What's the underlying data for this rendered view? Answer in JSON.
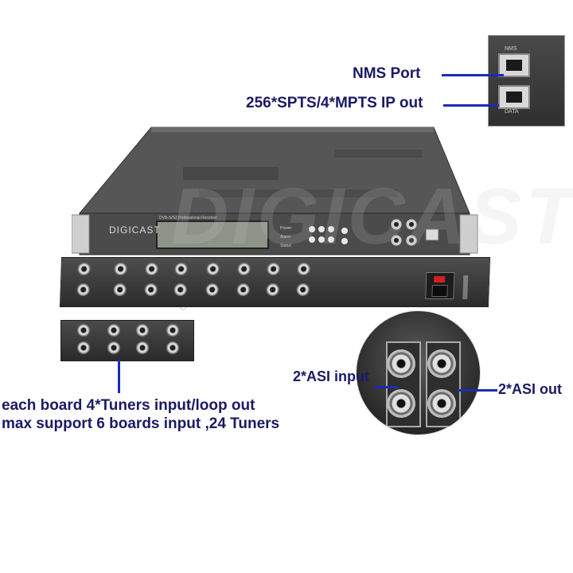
{
  "brand": "DIGICAST",
  "watermark": "DIGICAST",
  "watermark_tagline": "Digital Future Life",
  "device_front_title": "DVB-S/S2 Professional Receiver",
  "device_panel_labels": [
    "Power",
    "Alarm",
    "Status"
  ],
  "callouts": {
    "nms_port": "NMS Port",
    "ip_out": "256*SPTS/4*MPTS IP out",
    "asi_input": "2*ASI input",
    "asi_out": "2*ASI out"
  },
  "rj45_labels": [
    "NMS",
    "DATA"
  ],
  "board_note": {
    "line1": "each board 4*Tuners input/loop out",
    "line2": "max support 6 boards  input ,24 Tuners"
  },
  "colors": {
    "accent": "#1c2bb4",
    "chassis": "#3a3a3a",
    "text": "#1a1a66"
  }
}
